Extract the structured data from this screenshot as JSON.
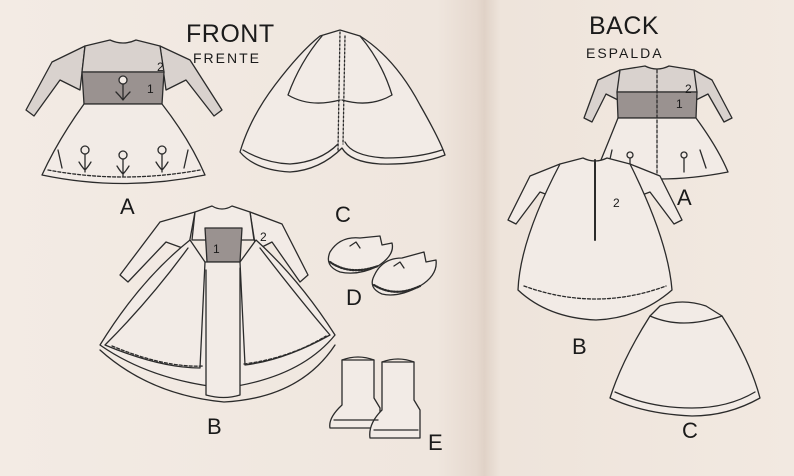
{
  "headings": {
    "front_en": "FRONT",
    "front_es": "FRENTE",
    "back_en": "BACK",
    "back_es": "ESPALDA"
  },
  "views": {
    "front_a": "A",
    "front_b": "B",
    "front_c": "C",
    "front_d": "D",
    "front_e": "E",
    "back_a": "A",
    "back_b": "B",
    "back_c": "C"
  },
  "piece_numbers": {
    "front_a_sleeve": "2",
    "front_a_bodice": "1",
    "front_b_bodice": "1",
    "front_b_sleeve": "2",
    "back_a_sleeve": "2",
    "back_a_bodice": "1",
    "back_b_sleeve": "2"
  },
  "colors": {
    "paper": "#efe6de",
    "ink": "#2b2b2b",
    "garment": "#f2ebe6",
    "shade_bodice": "#9a9290",
    "shade_sleeve": "#d9d2ce"
  }
}
